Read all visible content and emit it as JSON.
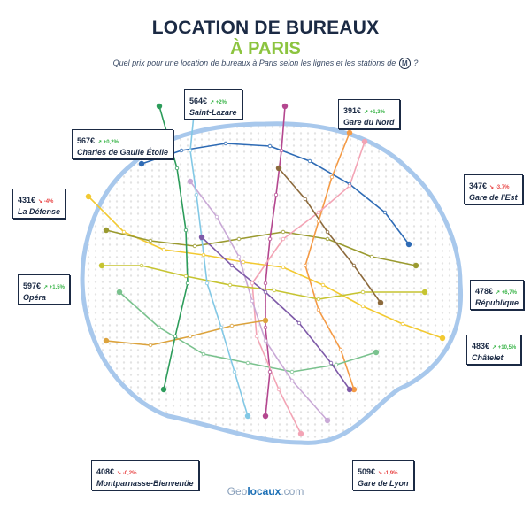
{
  "header": {
    "title_line1": "LOCATION DE BUREAUX",
    "title_line2": "À PARIS",
    "subtitle": "Quel prix pour une location de bureaux à Paris selon les lignes et les stations de",
    "metro_symbol": "M",
    "subtitle_end": "?"
  },
  "colors": {
    "navy": "#1b2a44",
    "accent_green": "#8cc43f",
    "trend_up": "#3bb54a",
    "trend_down": "#e84646",
    "boundary": "#a8c8ec",
    "footer_blue": "#1b6fb5"
  },
  "callouts": [
    {
      "price": "564€",
      "trend": "↗ +2%",
      "direction": "up",
      "name": "Saint-Lazare"
    },
    {
      "price": "391€",
      "trend": "↗ +1,3%",
      "direction": "up",
      "name": "Gare du Nord"
    },
    {
      "price": "567€",
      "trend": "↗ +0,2%",
      "direction": "up",
      "name": "Charles de Gaulle Étoile"
    },
    {
      "price": "347€",
      "trend": "↘ -3,7%",
      "direction": "down",
      "name": "Gare de l'Est"
    },
    {
      "price": "431€",
      "trend": "↘ -4%",
      "direction": "down",
      "name": "La Défense"
    },
    {
      "price": "597€",
      "trend": "↗ +1,5%",
      "direction": "up",
      "name": "Opéra"
    },
    {
      "price": "478€",
      "trend": "↗ +6,7%",
      "direction": "up",
      "name": "République"
    },
    {
      "price": "483€",
      "trend": "↗ +10,5%",
      "direction": "up",
      "name": "Châtelet"
    },
    {
      "price": "408€",
      "trend": "↘ -0,2%",
      "direction": "down",
      "name": "Montparnasse-Bienvenüe"
    },
    {
      "price": "509€",
      "trend": "↘ -1,9%",
      "direction": "down",
      "name": "Gare de Lyon"
    }
  ],
  "footer": {
    "prefix": "Geo",
    "brand": "locaux",
    "suffix": ".com"
  }
}
